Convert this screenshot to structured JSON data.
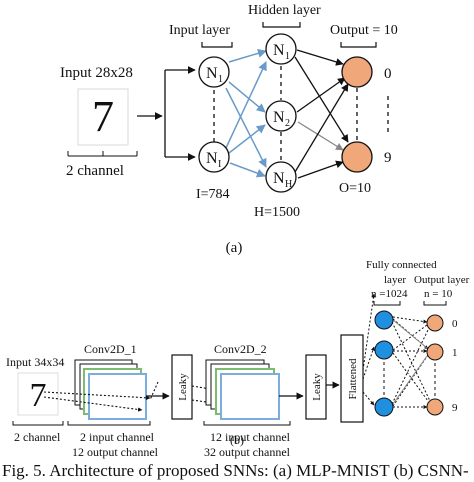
{
  "panel_a": {
    "input_label": "Input 28x28",
    "digit": "7",
    "channel_label": "2 channel",
    "input_layer_label": "Input layer",
    "hidden_layer_label": "Hidden layer",
    "output_label": "Output = 10",
    "n1_main": "N",
    "n1_sub": "1",
    "ni_main": "N",
    "ni_sub": "I",
    "h1_main": "N",
    "h1_sub": "1",
    "h2_main": "N",
    "h2_sub": "2",
    "hh_main": "N",
    "hh_sub": "H",
    "i_count": "I=784",
    "h_count": "H=1500",
    "o_count": "O=10",
    "out_top": "0",
    "out_bottom": "9",
    "panel_label": "(a)"
  },
  "panel_b": {
    "input_label": "Input 34x34",
    "digit": "7",
    "channel_label": "2 channel",
    "conv1_label": "Conv2D_1",
    "conv1_in": "2 input channel",
    "conv1_out": "12 output channel",
    "leaky1": "Leaky",
    "conv2_label": "Conv2D_2",
    "conv2_in": "12 input channel",
    "conv2_out": "32 output channel",
    "leaky2": "Leaky",
    "flatten": "Flattened",
    "fc_line1": "Fully connected",
    "fc_line2": "layer",
    "fc_n": "n =1024",
    "out_layer": "Output layer",
    "out_n": "n = 10",
    "out_0": "0",
    "out_1": "1",
    "out_9": "9",
    "panel_label": "(b)"
  },
  "caption": "Fig. 5. Architecture of proposed SNNs: (a) MLP-MNIST (b) CSNN-",
  "colors": {
    "blue_arrow": "#6a9ac8",
    "output_neuron": "#f0a77a",
    "fc_neuron": "#1f8fe0",
    "conv_green": "#7dbb6e",
    "conv_blue": "#7aaede"
  }
}
